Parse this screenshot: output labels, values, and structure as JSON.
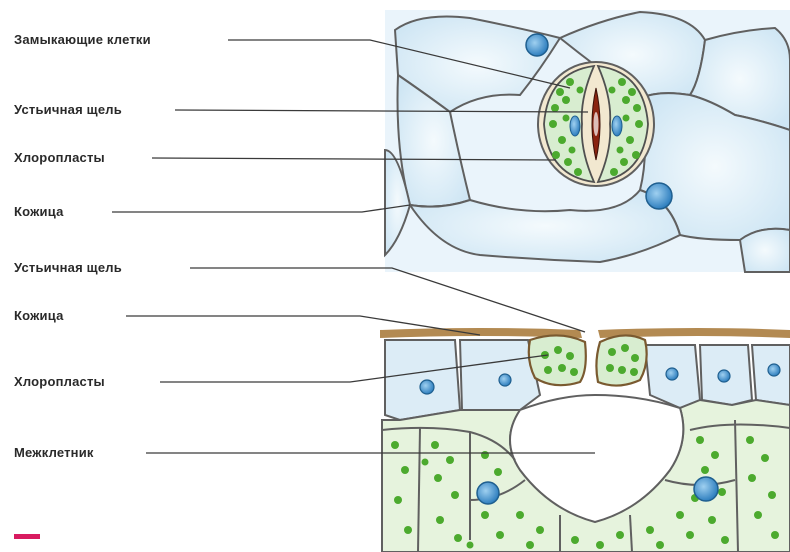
{
  "labels": {
    "top_guard_cells": "Замыкающие клетки",
    "top_stomatal_slit": "Устьичная щель",
    "top_chloroplasts": "Хлоропласты",
    "top_epidermis": "Кожица",
    "cross_stomatal_slit": "Устьичная щель",
    "cross_epidermis": "Кожица",
    "cross_chloroplasts": "Хлоропласты",
    "intercellular_space": "Межклетник"
  },
  "colors": {
    "cell_fill": "#ddeef8",
    "cell_wall": "#606060",
    "guard_cell": "#d8edd0",
    "chloroplast": "#4caa2e",
    "nucleus": "#3f8fcf",
    "slit": "#8a2410",
    "cuticle": "#b38a52",
    "marker": "#d81b60"
  }
}
